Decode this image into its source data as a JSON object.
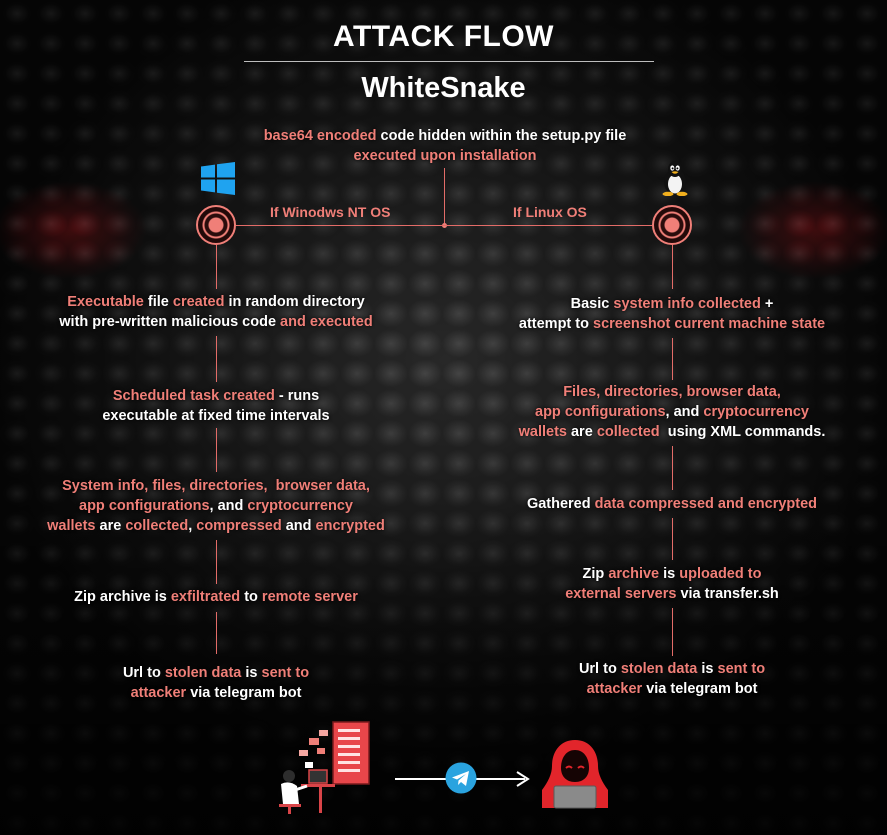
{
  "title": "ATTACK FLOW",
  "subtitle": "WhiteSnake",
  "intro": [
    [
      {
        "t": "base64 encoded",
        "c": "red"
      },
      {
        "t": " code hidden within the setup.py file",
        "c": "wht"
      }
    ],
    [
      {
        "t": "executed upon installation",
        "c": "red"
      }
    ]
  ],
  "branches": {
    "windows": "If Winodws NT OS",
    "linux": "If Linux OS"
  },
  "windows_steps": [
    [
      [
        {
          "t": "Executable",
          "c": "red"
        },
        {
          "t": " file ",
          "c": "wht"
        },
        {
          "t": "created",
          "c": "red"
        },
        {
          "t": " in random directory",
          "c": "wht"
        }
      ],
      [
        {
          "t": "with pre-written malicious code ",
          "c": "wht"
        },
        {
          "t": "and executed",
          "c": "red"
        }
      ]
    ],
    [
      [
        {
          "t": "Scheduled task created",
          "c": "red"
        },
        {
          "t": " - runs",
          "c": "wht"
        }
      ],
      [
        {
          "t": "executable at fixed time intervals",
          "c": "wht"
        }
      ]
    ],
    [
      [
        {
          "t": "System info, files, directories,  browser data,",
          "c": "red"
        }
      ],
      [
        {
          "t": "app configurations",
          "c": "red"
        },
        {
          "t": ", and ",
          "c": "wht"
        },
        {
          "t": "cryptocurrency",
          "c": "red"
        }
      ],
      [
        {
          "t": "wallets",
          "c": "red"
        },
        {
          "t": " are ",
          "c": "wht"
        },
        {
          "t": "collected",
          "c": "red"
        },
        {
          "t": ", ",
          "c": "wht"
        },
        {
          "t": "compressed",
          "c": "red"
        },
        {
          "t": " and ",
          "c": "wht"
        },
        {
          "t": "encrypted",
          "c": "red"
        }
      ]
    ],
    [
      [
        {
          "t": "Zip archive is ",
          "c": "wht"
        },
        {
          "t": "exfiltrated",
          "c": "red"
        },
        {
          "t": " to ",
          "c": "wht"
        },
        {
          "t": "remote server",
          "c": "red"
        }
      ]
    ],
    [
      [
        {
          "t": "Url to ",
          "c": "wht"
        },
        {
          "t": "stolen data",
          "c": "red"
        },
        {
          "t": " is ",
          "c": "wht"
        },
        {
          "t": "sent to",
          "c": "red"
        }
      ],
      [
        {
          "t": "attacker",
          "c": "red"
        },
        {
          "t": " via telegram bot",
          "c": "wht"
        }
      ]
    ]
  ],
  "linux_steps": [
    [
      [
        {
          "t": "Basic ",
          "c": "wht"
        },
        {
          "t": "system info collected",
          "c": "red"
        },
        {
          "t": " +",
          "c": "wht"
        }
      ],
      [
        {
          "t": "attempt to ",
          "c": "wht"
        },
        {
          "t": "screenshot current machine state",
          "c": "red"
        }
      ]
    ],
    [
      [
        {
          "t": "Files, directories, browser data,",
          "c": "red"
        }
      ],
      [
        {
          "t": "app configurations",
          "c": "red"
        },
        {
          "t": ", and ",
          "c": "wht"
        },
        {
          "t": "cryptocurrency",
          "c": "red"
        }
      ],
      [
        {
          "t": "wallets",
          "c": "red"
        },
        {
          "t": " are ",
          "c": "wht"
        },
        {
          "t": "collected",
          "c": "red"
        },
        {
          "t": "  using XML commands.",
          "c": "wht"
        }
      ]
    ],
    [
      [
        {
          "t": "Gathered ",
          "c": "wht"
        },
        {
          "t": "data compressed and encrypted",
          "c": "red"
        }
      ]
    ],
    [
      [
        {
          "t": "Zip ",
          "c": "wht"
        },
        {
          "t": "archive",
          "c": "red"
        },
        {
          "t": " is ",
          "c": "wht"
        },
        {
          "t": "uploaded to",
          "c": "red"
        }
      ],
      [
        {
          "t": "external servers",
          "c": "red"
        },
        {
          "t": " via transfer.sh",
          "c": "wht"
        }
      ]
    ],
    [
      [
        {
          "t": "Url to ",
          "c": "wht"
        },
        {
          "t": "stolen data",
          "c": "red"
        },
        {
          "t": " is ",
          "c": "wht"
        },
        {
          "t": "sent to",
          "c": "red"
        }
      ],
      [
        {
          "t": "attacker",
          "c": "red"
        },
        {
          "t": " via telegram bot",
          "c": "wht"
        }
      ]
    ]
  ],
  "icons": [
    "windows-logo-icon",
    "linux-tux-icon",
    "victim-workstation-icon",
    "telegram-icon",
    "arrow-right-icon",
    "hooded-hacker-icon"
  ],
  "colors": {
    "accent": "#f07f78",
    "line": "#e36c68",
    "text": "#ffffff",
    "telegram": "#2aa3df"
  }
}
